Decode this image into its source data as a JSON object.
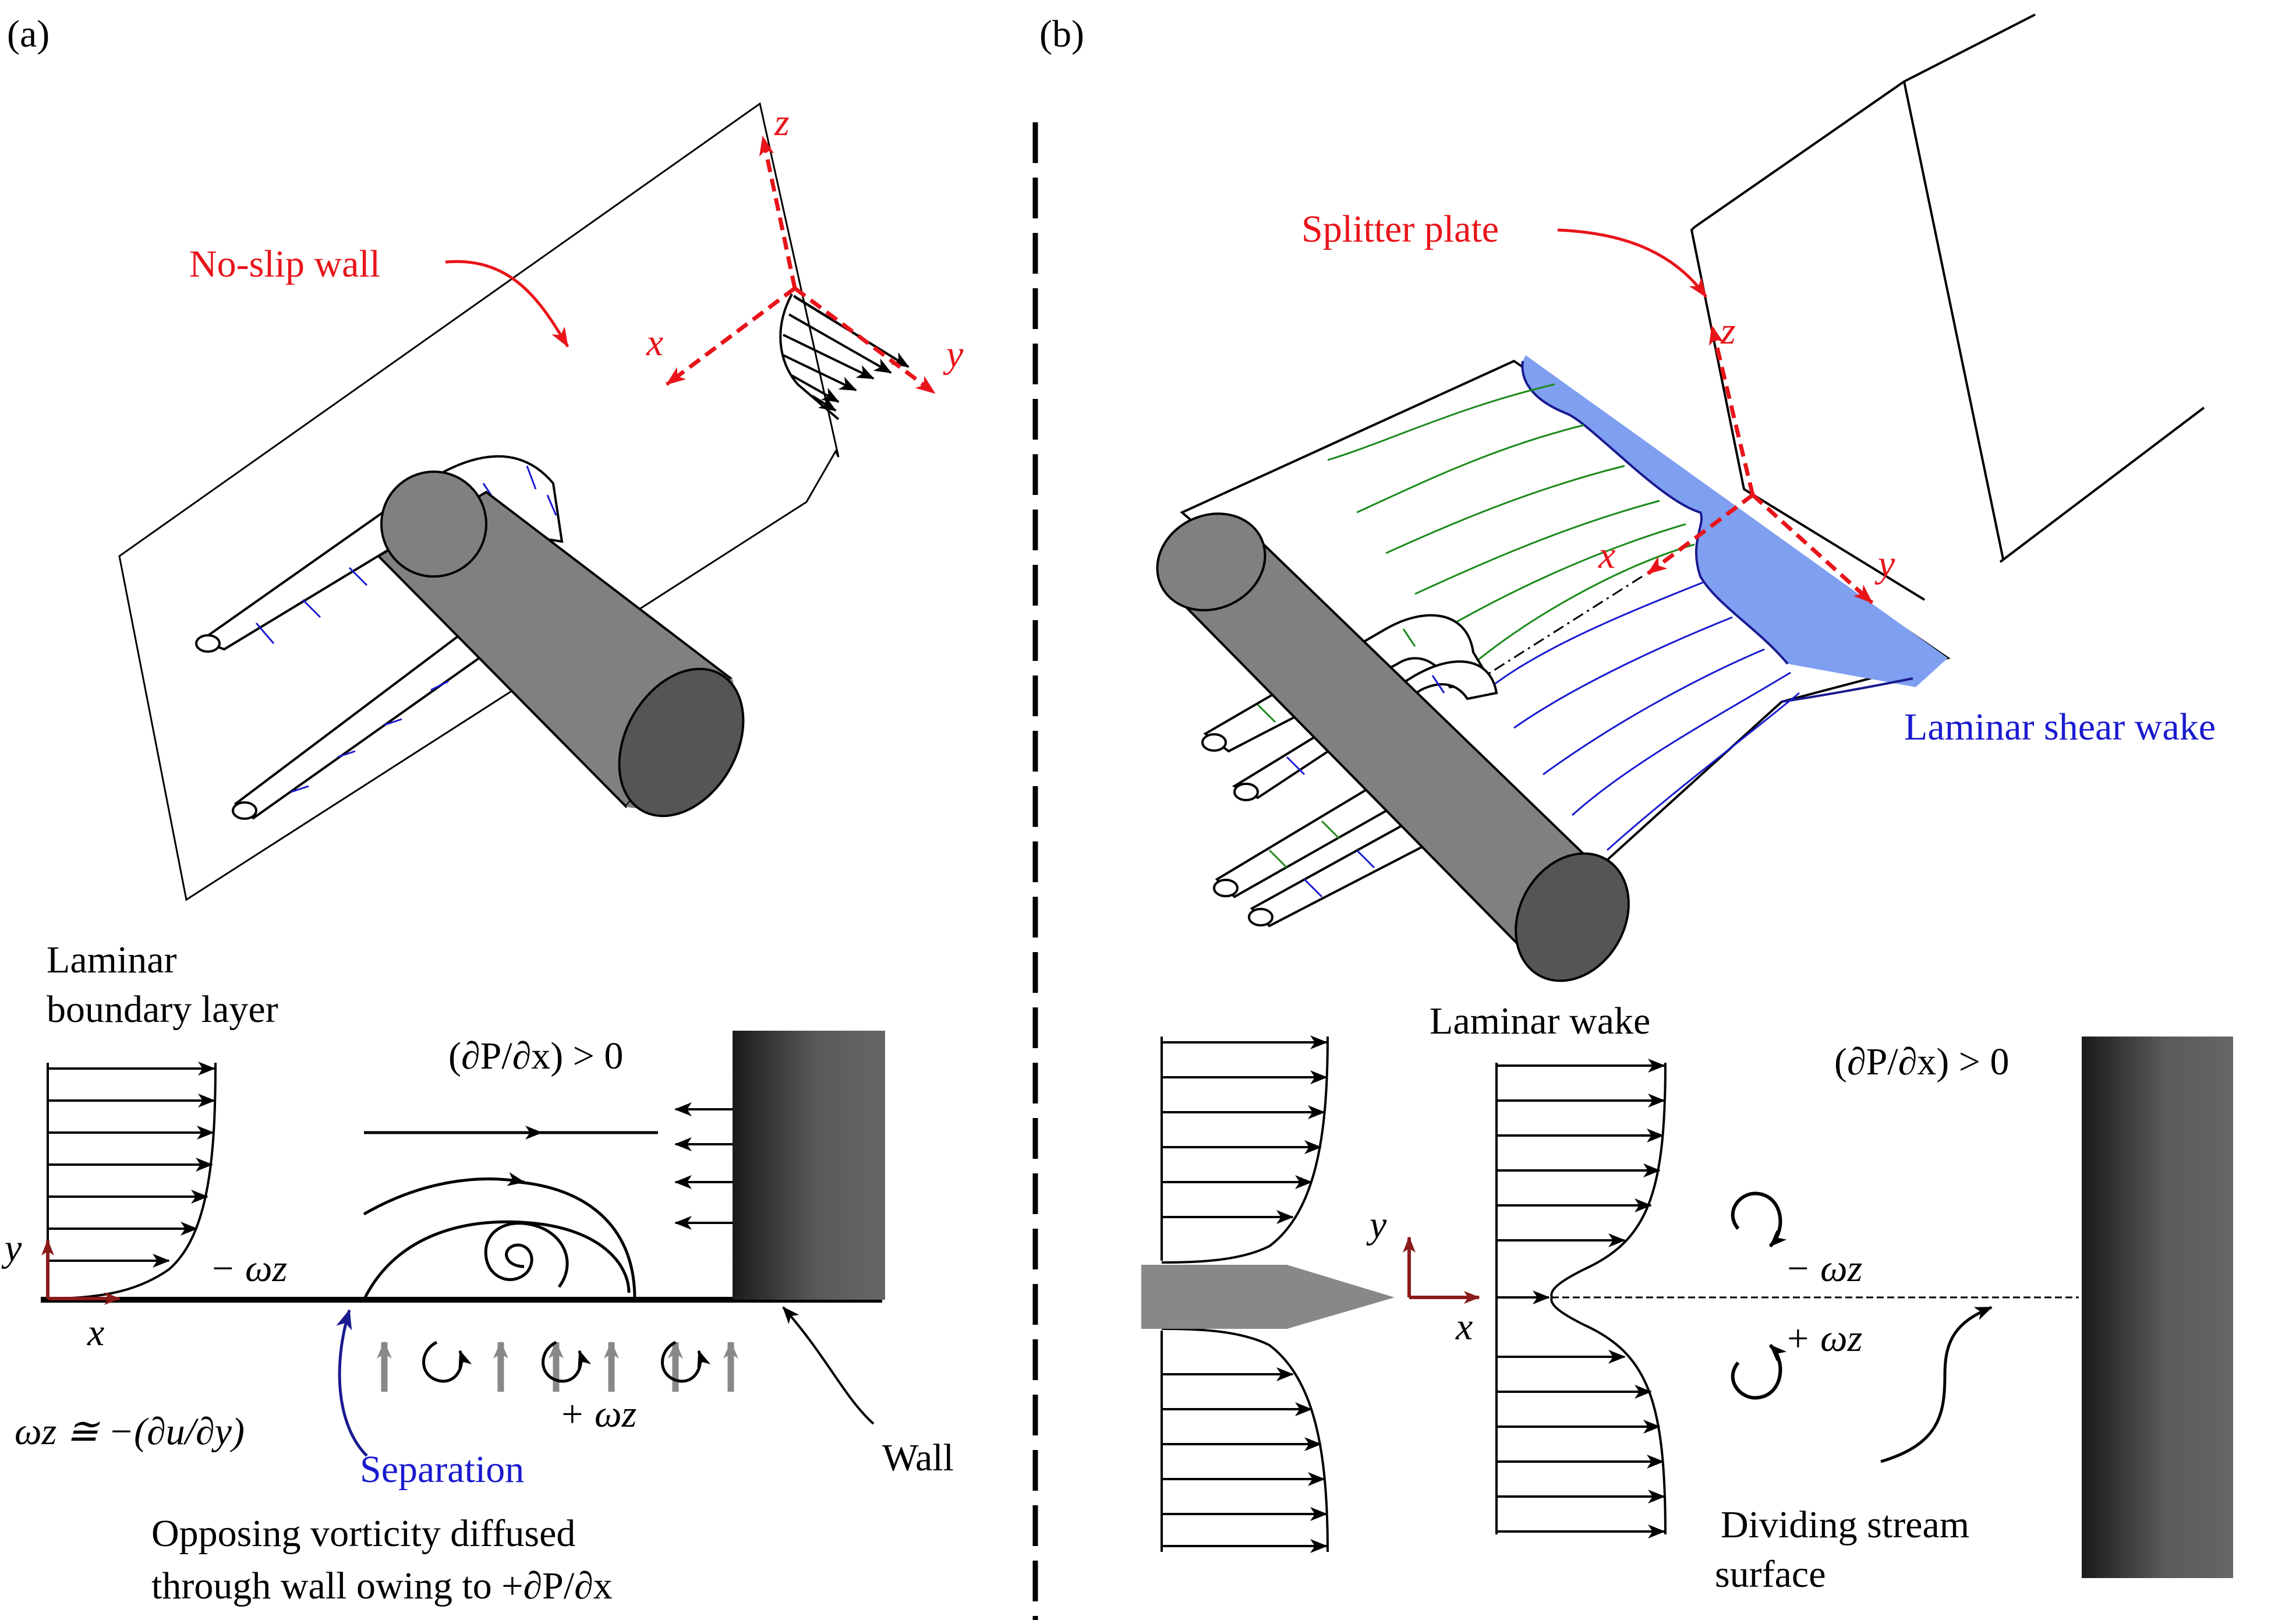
{
  "panels": {
    "a": {
      "tag": "(a)"
    },
    "b": {
      "tag": "(b)"
    }
  },
  "a_top": {
    "wall_label": "No-slip wall",
    "axis_x": "x",
    "axis_y": "y",
    "axis_z": "z"
  },
  "a_bottom": {
    "bl_line1": "Laminar",
    "bl_line2": "boundary layer",
    "pressure": "(∂P/∂x) > 0",
    "neg_vort": "− ωz",
    "pos_vort": "+ ωz",
    "vort_def": "ωz ≅ −(∂u/∂y)",
    "separation": "Separation",
    "wall": "Wall",
    "caption1": "Opposing vorticity diffused",
    "caption2": "through wall owing to +∂P/∂x",
    "axis_x": "x",
    "axis_y": "y"
  },
  "b_top": {
    "splitter": "Splitter plate",
    "shear_wake": "Laminar shear wake",
    "axis_x": "x",
    "axis_y": "y",
    "axis_z": "z"
  },
  "b_bottom": {
    "wake": "Laminar wake",
    "pressure": "(∂P/∂x) > 0",
    "neg_vort": "− ωz",
    "pos_vort": "+ ωz",
    "dividing1": "Dividing stream",
    "dividing2": "surface",
    "axis_x": "x",
    "axis_y": "y"
  },
  "colors": {
    "annotation": "#e8141a",
    "vortex_blue": "#1a1ad0",
    "vortex_green": "#1a8a1a",
    "wake_fill": "#7f9ff0",
    "cylinder": "#808080",
    "axis": "#8b1a1a"
  }
}
